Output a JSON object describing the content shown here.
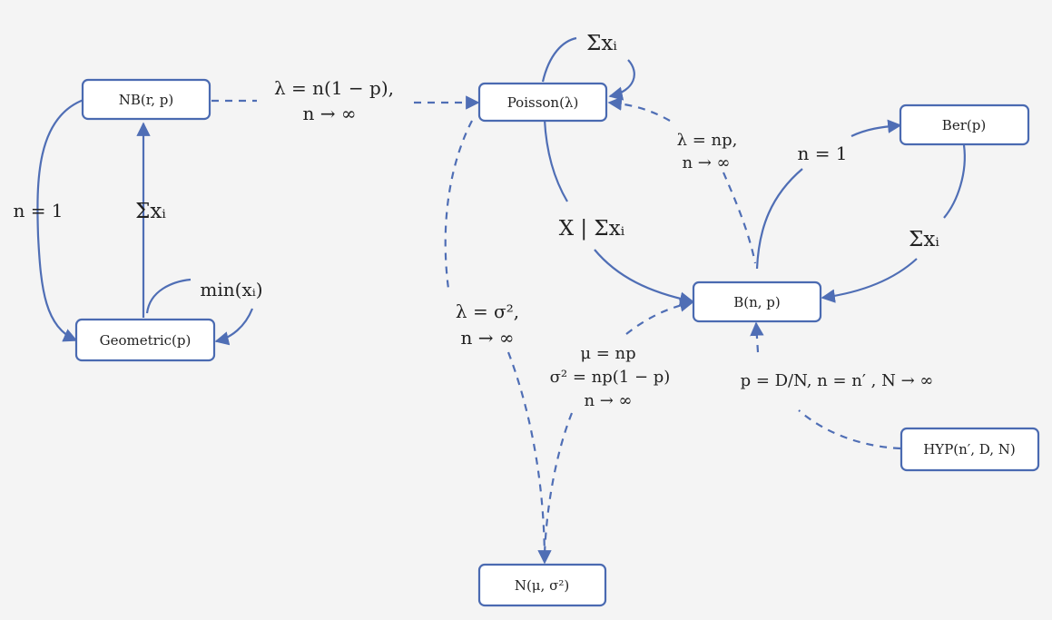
{
  "nodes": {
    "nb": "NB(r, p)",
    "poisson": "Poisson(λ)",
    "ber": "Ber(p)",
    "geometric": "Geometric(p)",
    "binomial": "B(n, p)",
    "hyp": "HYP(n′, D, N)",
    "normal": "N(μ, σ²)"
  },
  "edges": {
    "nb_to_poisson_1": "λ = n(1 − p),",
    "nb_to_poisson_2": "n → ∞",
    "geometric_nb": "n = 1",
    "geometric_sum": "Σxᵢ",
    "geometric_min": "min(xᵢ)",
    "poisson_self": "Σxᵢ",
    "binomial_to_poisson_1": "λ = np,",
    "binomial_to_poisson_2": "n → ∞",
    "poisson_to_binomial": "X | Σxᵢ",
    "binomial_to_ber": "n = 1",
    "ber_to_binomial": "Σxᵢ",
    "poisson_to_normal_1": "λ = σ²,",
    "poisson_to_normal_2": "n → ∞",
    "binomial_to_normal_1": "μ = np",
    "binomial_to_normal_2": "σ² = np(1 − p)",
    "binomial_to_normal_3": "n → ∞",
    "hyp_to_binomial": "p = D/N,  n = n′ ,  N → ∞"
  },
  "colors": {
    "accent": "#4f6eb5",
    "node_border": "#4a6ab1",
    "background": "#f4f4f4"
  }
}
